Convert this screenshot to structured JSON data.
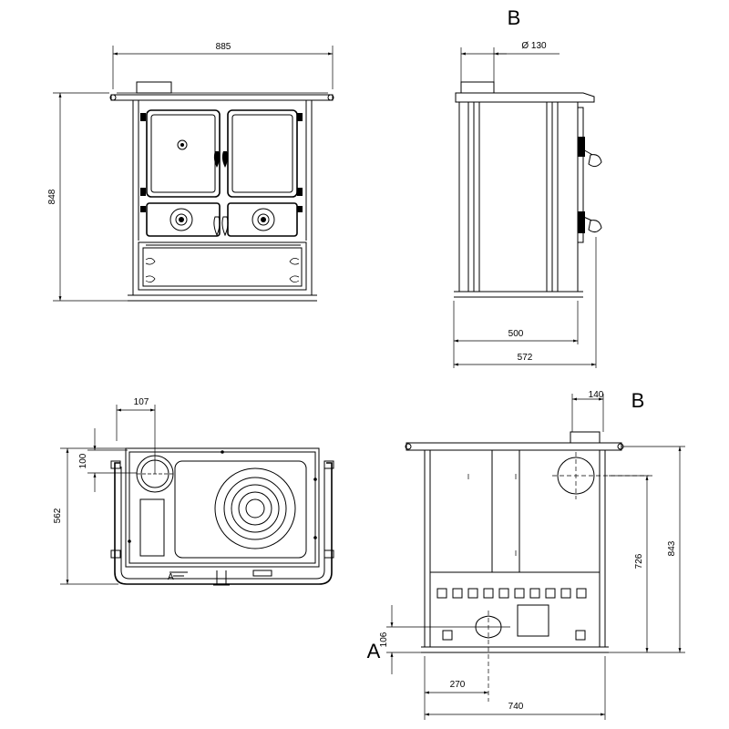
{
  "front_view": {
    "width_label": "885",
    "height_label": "848"
  },
  "side_view": {
    "flue_label": "B",
    "flue_diameter_label": "Ø 130",
    "depth_label": "500",
    "total_depth_label": "572"
  },
  "top_view": {
    "flue_offset_x_label": "107",
    "flue_offset_y_label": "100",
    "depth_label": "562"
  },
  "rear_view": {
    "flue_offset_label": "140",
    "flue_label": "B",
    "height_label": "843",
    "flue_height_label": "726",
    "inlet_label": "A",
    "inlet_height_label": "106",
    "inlet_offset_label": "270",
    "width_label": "740"
  }
}
